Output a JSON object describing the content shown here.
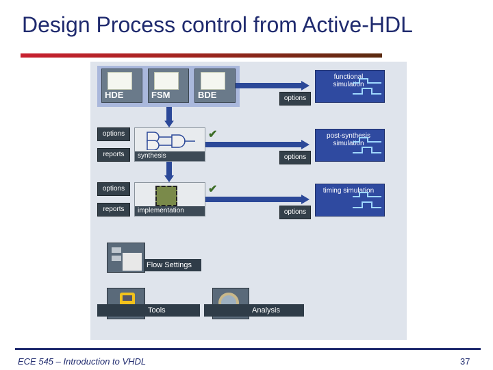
{
  "slide": {
    "title": "Design Process control from Active-HDL",
    "footer": "ECE 545 – Introduction to VHDL",
    "page_number": "37"
  },
  "flow": {
    "entry": {
      "hde": "HDE",
      "fsm": "FSM",
      "bde": "BDE"
    },
    "synthesis": {
      "label": "synthesis",
      "options": "options",
      "reports": "reports",
      "status": "✔"
    },
    "implementation": {
      "label": "implementation",
      "options": "options",
      "reports": "reports",
      "status": "✔"
    },
    "sim_options": "options",
    "functional": "functional simulation",
    "post_synthesis": "post-synthesis simulation",
    "timing": "timing simulation",
    "flow_settings": "Flow Settings",
    "tools": "Tools",
    "analysis": "Analysis"
  },
  "colors": {
    "title": "#1f2a6e",
    "arrow": "#2b4898",
    "panel_bg": "#dfe4ec"
  }
}
